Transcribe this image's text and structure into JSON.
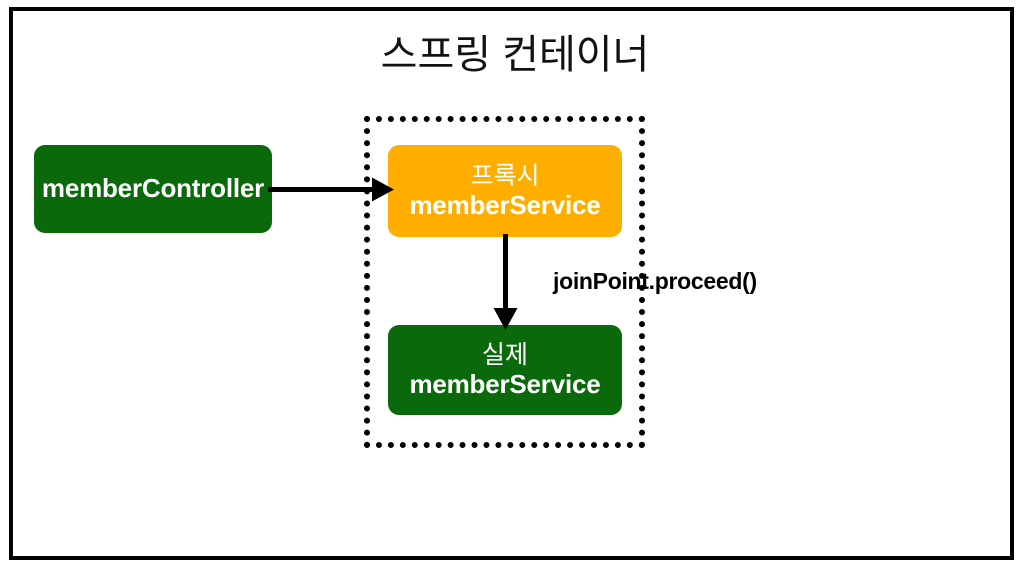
{
  "diagram": {
    "title": "스프링 컨테이너",
    "container_region_label": "spring-container-dotted-boundary",
    "colors": {
      "green": "#0a690a",
      "orange": "#ffae00",
      "text_on_fill": "#ffffff",
      "frame": "#000000",
      "background": "#ffffff"
    },
    "nodes": [
      {
        "id": "member-controller",
        "line1": "memberController",
        "line2": "",
        "fill": "#0a690a",
        "inside_container": false
      },
      {
        "id": "proxy-member-service",
        "line1": "프록시",
        "line2": "memberService",
        "fill": "#ffae00",
        "inside_container": true
      },
      {
        "id": "real-member-service",
        "line1": "실제",
        "line2": "memberService",
        "fill": "#0a690a",
        "inside_container": true
      }
    ],
    "edges": [
      {
        "id": "controller-to-proxy",
        "from": "member-controller",
        "to": "proxy-member-service",
        "label": "",
        "direction": "right"
      },
      {
        "id": "proxy-to-real",
        "from": "proxy-member-service",
        "to": "real-member-service",
        "label": "joinPoint.proceed()",
        "direction": "down"
      }
    ]
  }
}
